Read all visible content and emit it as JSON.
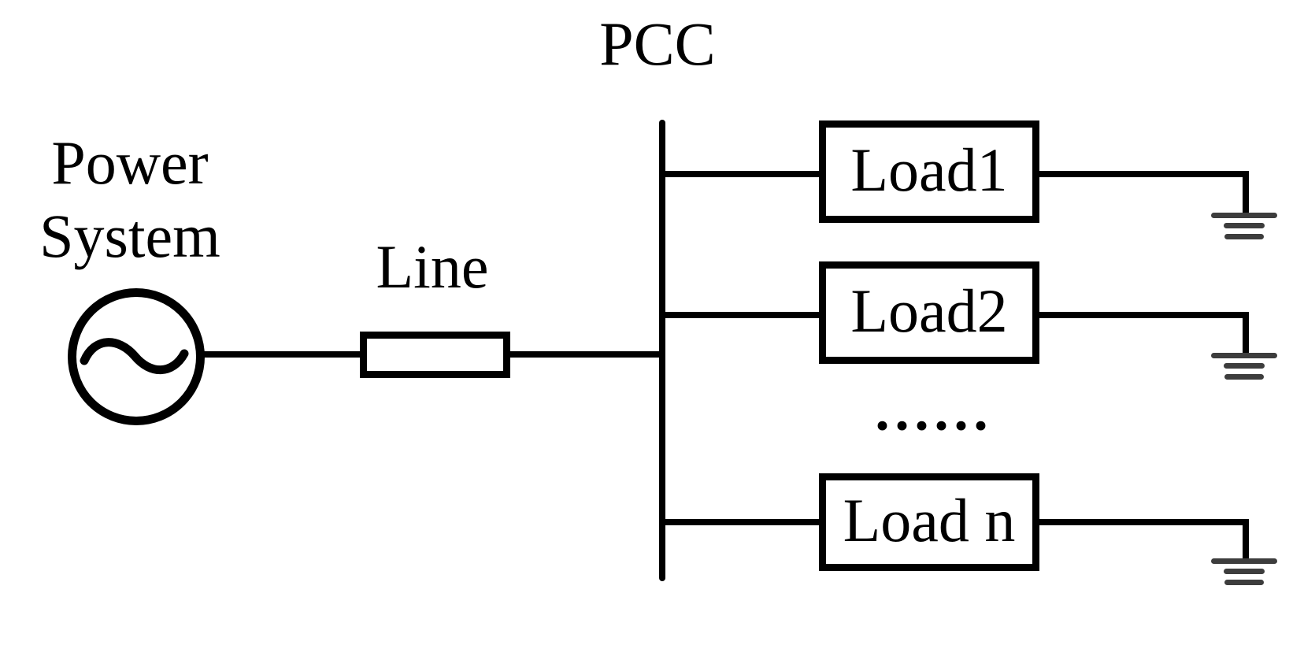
{
  "diagram": {
    "power_source": {
      "label_line1": "Power",
      "label_line2": "System"
    },
    "line": {
      "label": "Line"
    },
    "pcc": {
      "label": "PCC"
    },
    "loads": [
      {
        "label": "Load1"
      },
      {
        "label": "Load2"
      },
      {
        "label": "Load n"
      }
    ],
    "ellipsis": "......",
    "colors": {
      "wire": "#000000",
      "ground": "#3d3d3d",
      "text": "#000000",
      "background": "#ffffff"
    }
  }
}
